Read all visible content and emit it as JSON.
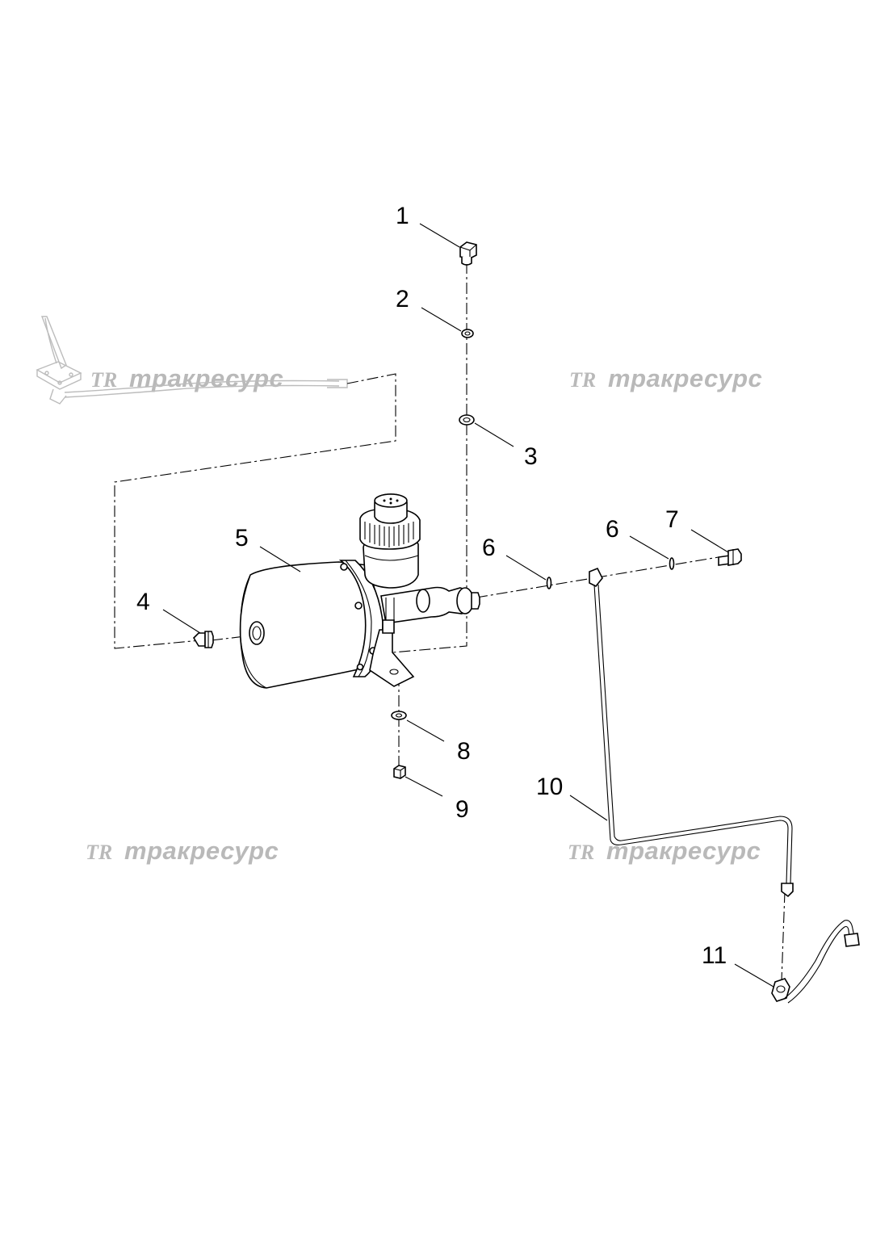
{
  "watermark": {
    "logo_text": "TR",
    "text": "тракресурс"
  },
  "callouts": {
    "c1": "1",
    "c2": "2",
    "c3": "3",
    "c4": "4",
    "c5": "5",
    "c6a": "6",
    "c6b": "6",
    "c7": "7",
    "c8": "8",
    "c9": "9",
    "c10": "10",
    "c11": "11"
  },
  "colors": {
    "line": "#000000",
    "watermark": "#b9b9b9",
    "background": "#ffffff"
  }
}
